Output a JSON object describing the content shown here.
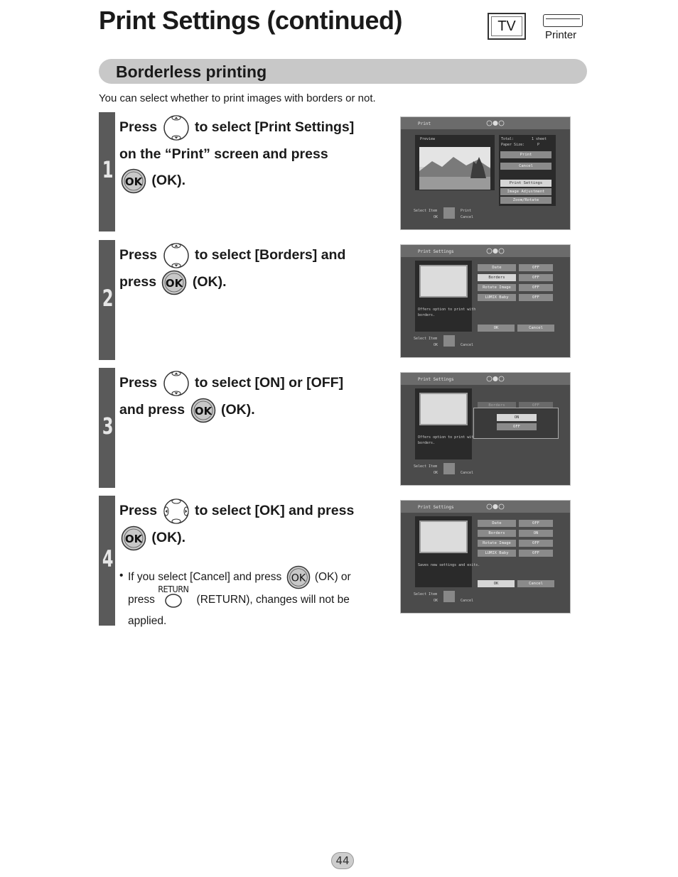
{
  "header": {
    "title": "Print Settings (continued)",
    "tv_label": "TV",
    "printer_label": "Printer"
  },
  "section": {
    "title": "Borderless printing",
    "intro": "You can select whether to print images with borders or not."
  },
  "icons": {
    "ok_button": "ok-circle-icon",
    "updown_dpad": "updown-dpad-icon",
    "leftright_dpad": "leftright-dpad-icon",
    "return_button": "return-button-icon"
  },
  "steps": [
    {
      "number": "1",
      "l1a": "Press",
      "l1b": "to select [Print Settings]",
      "l2": "on the “Print” screen and press",
      "l3": "(OK)."
    },
    {
      "number": "2",
      "l1a": "Press",
      "l1b": "to select [Borders] and",
      "l2a": "press",
      "l2b": "(OK)."
    },
    {
      "number": "3",
      "l1a": "Press",
      "l1b": "to select [ON] or [OFF]",
      "l2a": "and press",
      "l2b": "(OK)."
    },
    {
      "number": "4",
      "l1a": "Press",
      "l1b": "to select [OK] and press",
      "l2": "(OK)."
    }
  ],
  "note": {
    "bullet": "•",
    "a": "If you select [Cancel] and press",
    "b": "(OK) or",
    "c": "press",
    "d": "(RETURN), changes will not be",
    "e": "applied.",
    "return_label": "RETURN"
  },
  "screens": {
    "print": {
      "title": "Print",
      "preview": "Preview",
      "total": "Total:",
      "total_val": "1 sheet",
      "paper": "Paper Size:",
      "paper_val": "P",
      "buttons": [
        "Print",
        "Cancel",
        "Print Settings",
        "Image Adjustment",
        "Zoom/Rotate"
      ],
      "foot1": "Select Item",
      "foot1b": "Print",
      "foot2": "OK",
      "foot2b": "Cancel"
    },
    "settings": {
      "title": "Print Settings",
      "rows": [
        {
          "label": "Date",
          "value": "OFF"
        },
        {
          "label": "Borders",
          "value": "OFF"
        },
        {
          "label": "Rotate Image",
          "value": "OFF"
        },
        {
          "label": "LUMIX Baby",
          "value": "OFF"
        }
      ],
      "desc1": "Offers option to print with",
      "desc2": "borders.",
      "ok": "OK",
      "cancel": "Cancel",
      "foot1": "Select Item",
      "foot2": "OK",
      "foot2b": "Cancel"
    },
    "popup": {
      "title": "Print Settings",
      "hidden_label": "Borders",
      "hidden_value": "OFF",
      "options": [
        "ON",
        "OFF"
      ],
      "desc1": "Offers option to print with",
      "desc2": "borders.",
      "foot1": "Select Item",
      "foot2": "OK",
      "foot2b": "Cancel"
    },
    "final": {
      "title": "Print Settings",
      "rows": [
        {
          "label": "Date",
          "value": "OFF"
        },
        {
          "label": "Borders",
          "value": "ON"
        },
        {
          "label": "Rotate Image",
          "value": "OFF"
        },
        {
          "label": "LUMIX Baby",
          "value": "OFF"
        }
      ],
      "desc1": "Saves new settings and exits.",
      "ok": "OK",
      "cancel": "Cancel",
      "foot1": "Select Item",
      "foot2": "OK",
      "foot2b": "Cancel"
    }
  },
  "page_number": "44"
}
